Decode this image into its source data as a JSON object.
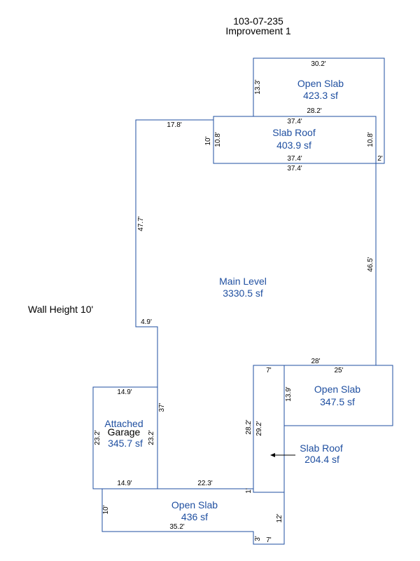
{
  "header": {
    "parcel_id": "103-07-235",
    "improvement": "Improvement 1"
  },
  "note": "Wall Height 10'",
  "areas": {
    "open_slab_top": {
      "name": "Open Slab",
      "area": "423.3 sf"
    },
    "slab_roof_top": {
      "name": "Slab Roof",
      "area": "403.9 sf"
    },
    "main_level": {
      "name": "Main Level",
      "area": "3330.5 sf"
    },
    "open_slab_right": {
      "name": "Open Slab",
      "area": "347.5 sf"
    },
    "garage": {
      "name_line1": "Attached",
      "name_line2": "Garage",
      "area": "345.7 sf"
    },
    "slab_roof_bottom": {
      "name": "Slab Roof",
      "area": "204.4 sf"
    },
    "open_slab_bottom": {
      "name": "Open Slab",
      "area": "436 sf"
    }
  },
  "dimensions": {
    "d_30_2": "30.2'",
    "d_13_3": "13.3'",
    "d_28_2_top": "28.2'",
    "d_37_4_a": "37.4'",
    "d_17_8": "17.8'",
    "d_10": "10'",
    "d_10_8_left": "10.8'",
    "d_10_8_right": "10.8'",
    "d_37_4_b": "37.4'",
    "d_2": "2'",
    "d_37_4_c": "37.4'",
    "d_47_7": "47.7'",
    "d_46_5": "46.5'",
    "d_4_9": "4.9'",
    "d_28": "28'",
    "d_7_top": "7'",
    "d_25": "25'",
    "d_13_9": "13.9'",
    "d_14_9_top": "14.9'",
    "d_37": "37'",
    "d_23_2_left": "23.2'",
    "d_23_2_right": "23.2'",
    "d_28_2_side": "28.2'",
    "d_29_2": "29.2'",
    "d_14_9_bottom": "14.9'",
    "d_22_3": "22.3'",
    "d_1": "1'",
    "d_10_bottom": "10'",
    "d_12": "12'",
    "d_35_2": "35.2'",
    "d_3": "3'",
    "d_7_bottom": "7'"
  }
}
